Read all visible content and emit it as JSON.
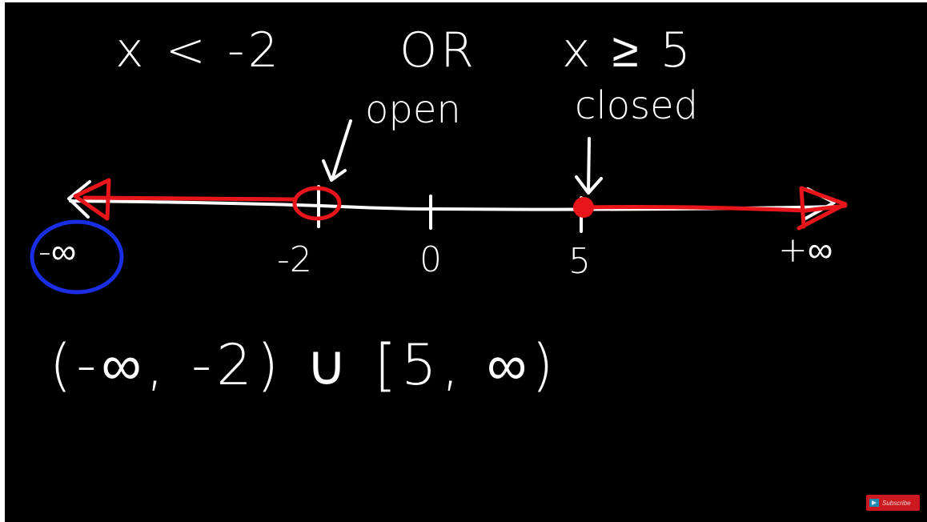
{
  "inequality": {
    "left": "x < -2",
    "connector": "OR",
    "right": "x ≥ 5"
  },
  "annotations": {
    "open_label": "open",
    "closed_label": "closed"
  },
  "number_line": {
    "left_end_label": "-∞",
    "right_end_label": "+∞",
    "ticks": [
      {
        "value": "-2",
        "marker": "open-circle"
      },
      {
        "value": "0",
        "marker": "tick"
      },
      {
        "value": "5",
        "marker": "closed-dot"
      }
    ],
    "shaded_color": "#e8161b",
    "line_color": "#ffffff",
    "highlight_circle_color": "#1a2ee6"
  },
  "interval_notation": "(-∞, -2) ∪ [5, ∞)",
  "watermark": {
    "label": "Subscribe",
    "color": "#cc181e"
  },
  "colors": {
    "background": "#000000",
    "chalk": "#ffffff",
    "red": "#e8161b",
    "blue": "#1a2ee6"
  }
}
